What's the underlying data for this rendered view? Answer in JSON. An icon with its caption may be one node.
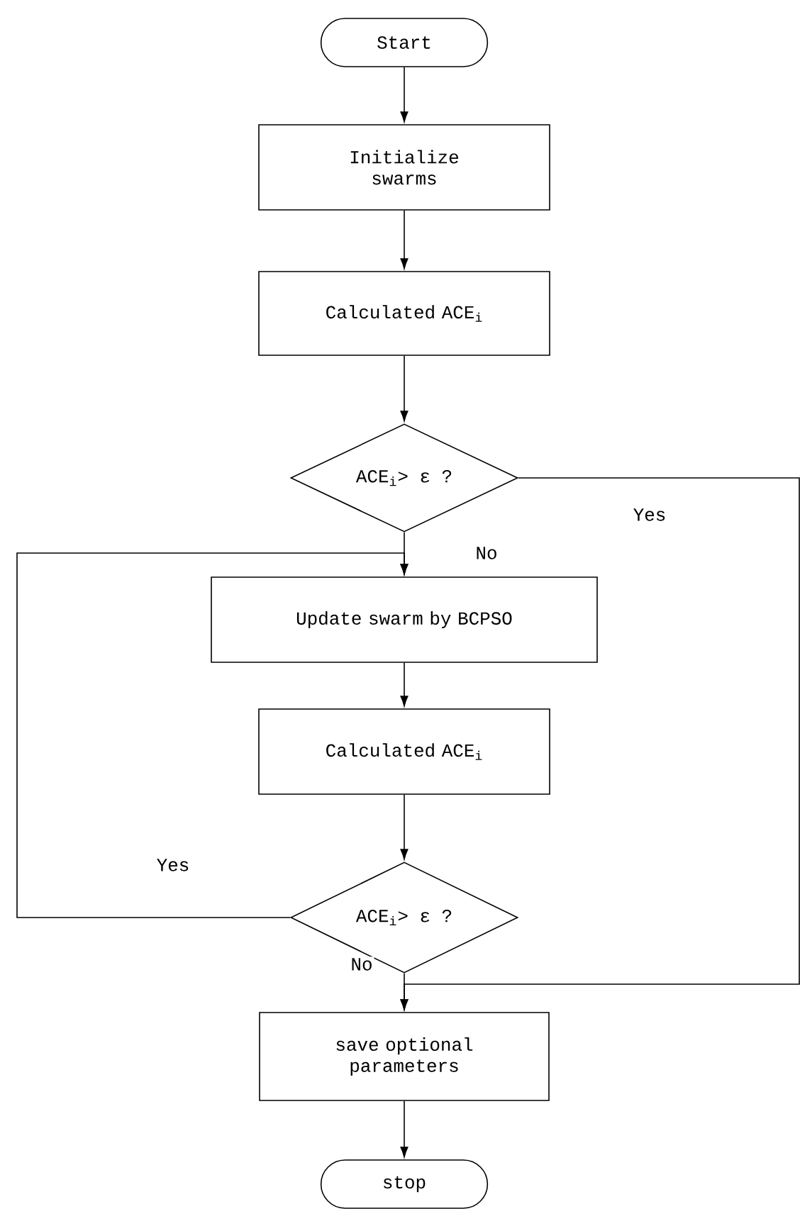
{
  "diagram": {
    "nodes": [
      {
        "text": [
          "Start"
        ]
      },
      {
        "text": [
          "Initialize swarms"
        ]
      },
      {
        "text": [
          "Calculated ACE$_{i}$"
        ]
      },
      {
        "text": [
          "ACE$_{i}$> ε ?"
        ]
      },
      {
        "text": [
          "Update swarm by BCPSO"
        ]
      },
      {
        "text": [
          "Calculated ACE$_{i}$"
        ]
      },
      {
        "text": [
          "ACE$_{i}$> ε ?"
        ]
      },
      {
        "text": [
          "save optional parameters"
        ]
      },
      {
        "text": [
          "stop"
        ]
      }
    ],
    "edges": [
      {
        "from": 0,
        "to": 1,
        "arrow": "to"
      },
      {
        "from": 1,
        "to": 2,
        "arrow": "to"
      },
      {
        "from": 2,
        "to": 3,
        "arrow": "to"
      },
      {
        "from": 3,
        "to": 4,
        "arrow": "to",
        "label": "No"
      },
      {
        "from": 4,
        "to": 5,
        "arrow": "to"
      },
      {
        "from": 5,
        "to": 6,
        "arrow": "to"
      },
      {
        "from": 6,
        "to": 4,
        "arrow": "to",
        "label": "Yes"
      },
      {
        "from": 6,
        "to": 7,
        "arrow": "to",
        "label": "No"
      },
      {
        "from": 3,
        "to": 7,
        "arrow": "to",
        "label": "Yes"
      },
      {
        "from": 7,
        "to": 8,
        "arrow": "to"
      }
    ]
  }
}
